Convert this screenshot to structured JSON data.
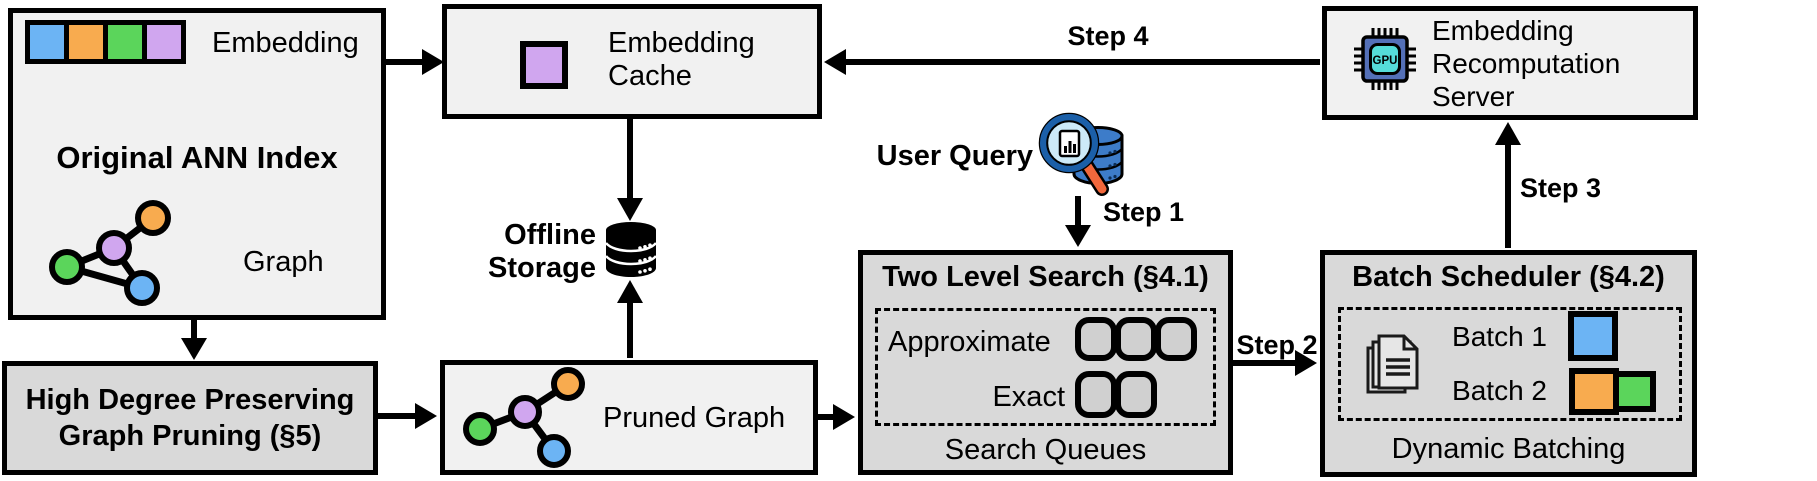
{
  "colors": {
    "blue": "#6cb4f4",
    "orange": "#f8ab4f",
    "green": "#5bd55b",
    "purple": "#d0a6ef",
    "box_light": "#f1f1f1",
    "box_dark": "#d9d9d9",
    "slot_fill": "#d0d0d0",
    "gpu_chip": "#5470b8",
    "gpu_core": "#55dcd9",
    "db_blue": "#3d7cc9",
    "lens": "#cdeaf8",
    "rim": "#1b5fa8",
    "handle": "#f2683c"
  },
  "original_index": {
    "title": "Original ANN Index",
    "embedding_label": "Embedding",
    "graph_label": "Graph",
    "embedding_colors": [
      "blue",
      "orange",
      "green",
      "purple"
    ]
  },
  "high_degree_pruning": {
    "title_line1": "High Degree Preserving",
    "title_line2": "Graph Pruning (§5)"
  },
  "embedding_cache": {
    "label_line1": "Embedding",
    "label_line2": "Cache"
  },
  "offline_storage": {
    "label_line1": "Offline",
    "label_line2": "Storage"
  },
  "pruned_graph": {
    "label": "Pruned Graph"
  },
  "user_query": {
    "label": "User Query"
  },
  "two_level_search": {
    "title": "Two Level Search (§4.1)",
    "rows": [
      {
        "label": "Approximate",
        "slots": 3
      },
      {
        "label": "Exact",
        "slots": 2
      }
    ],
    "footer": "Search Queues"
  },
  "batch_scheduler": {
    "title": "Batch Scheduler (§4.2)",
    "batches": [
      {
        "label": "Batch 1",
        "colors": [
          "blue"
        ]
      },
      {
        "label": "Batch 2",
        "colors": [
          "orange",
          "green"
        ]
      }
    ],
    "footer": "Dynamic Batching"
  },
  "recomputation_server": {
    "label_line1": "Embedding",
    "label_line2": "Recomputation",
    "label_line3": "Server",
    "gpu_label": "GPU"
  },
  "steps": {
    "step1": "Step 1",
    "step2": "Step 2",
    "step3": "Step 3",
    "step4": "Step 4"
  }
}
